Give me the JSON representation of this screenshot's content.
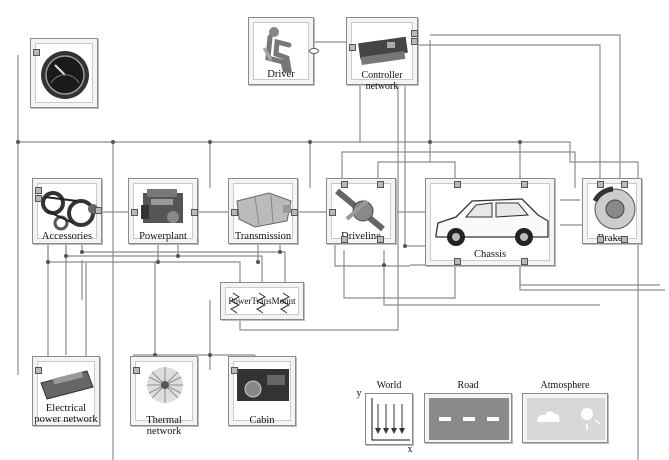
{
  "blocks": {
    "driver": "Driver",
    "controller": "Controller network",
    "gauge": "",
    "accessories": "Accessories",
    "powerplant": "Powerplant",
    "transmission": "Transmission",
    "driveline": "Driveline",
    "chassis": "Chassis",
    "brakes": "Brakes",
    "mounts": "PowerTransMount",
    "electrical": "Electrical power network",
    "thermal": "Thermal network",
    "cabin": "Cabin"
  },
  "environment": {
    "world": "World",
    "road": "Road",
    "atmosphere": "Atmosphere",
    "axis_y": "y",
    "axis_x": "x"
  }
}
